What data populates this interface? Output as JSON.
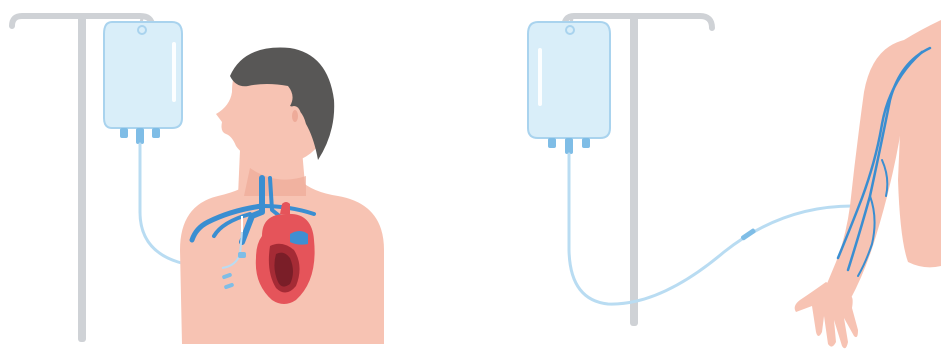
{
  "scene": {
    "left_panel": {
      "subject": "central-venous-catheter",
      "elements": [
        "iv-pole",
        "iv-bag",
        "iv-tubing",
        "patient-head",
        "patient-torso",
        "heart",
        "central-veins",
        "catheter"
      ]
    },
    "right_panel": {
      "subject": "peripheral-iv-arm",
      "elements": [
        "iv-pole",
        "iv-bag",
        "iv-tubing",
        "arm",
        "hand",
        "arm-veins"
      ]
    }
  },
  "colors": {
    "background": "#ffffff",
    "pole": "#cfd2d6",
    "bag_fill": "#d9eef9",
    "bag_stroke": "#a9d3ee",
    "bag_highlight": "#ffffff",
    "connector": "#7fbde6",
    "tube": "#b9dcf2",
    "skin": "#f7c3b3",
    "skin_shade": "#eeab99",
    "hair": "#585756",
    "vein": "#3a8ed1",
    "vein_dark": "#1f6fb5",
    "heart_red": "#e5545a",
    "heart_dark": "#a52b35",
    "heart_inner": "#7a1e28",
    "heart_blue": "#3f8fd2"
  }
}
